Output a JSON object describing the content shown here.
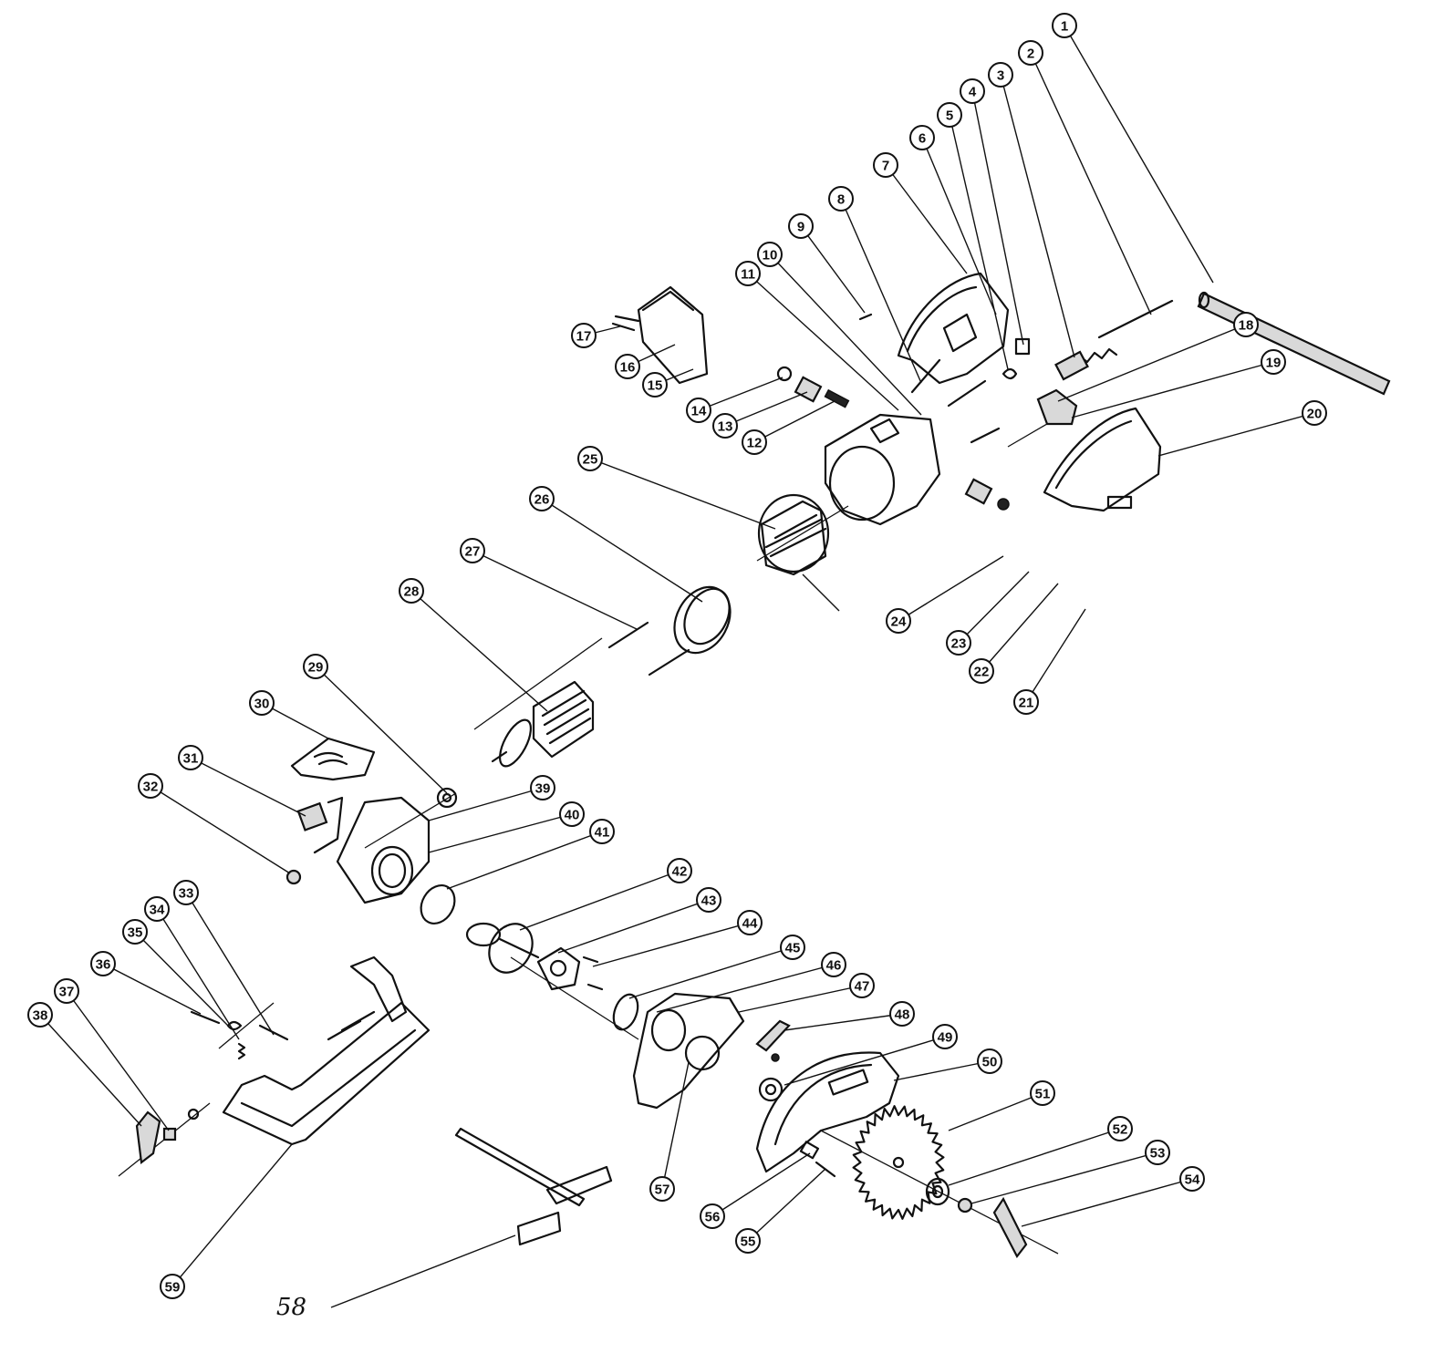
{
  "diagram": {
    "callouts": [
      "1",
      "2",
      "3",
      "4",
      "5",
      "6",
      "7",
      "8",
      "9",
      "10",
      "11",
      "12",
      "13",
      "14",
      "15",
      "16",
      "17",
      "18",
      "19",
      "20",
      "21",
      "22",
      "23",
      "24",
      "25",
      "26",
      "27",
      "28",
      "29",
      "30",
      "31",
      "32",
      "33",
      "34",
      "35",
      "36",
      "37",
      "38",
      "39",
      "40",
      "41",
      "42",
      "43",
      "44",
      "45",
      "46",
      "47",
      "48",
      "49",
      "50",
      "51",
      "52",
      "53",
      "54",
      "55",
      "56",
      "57",
      "58",
      "59"
    ]
  }
}
